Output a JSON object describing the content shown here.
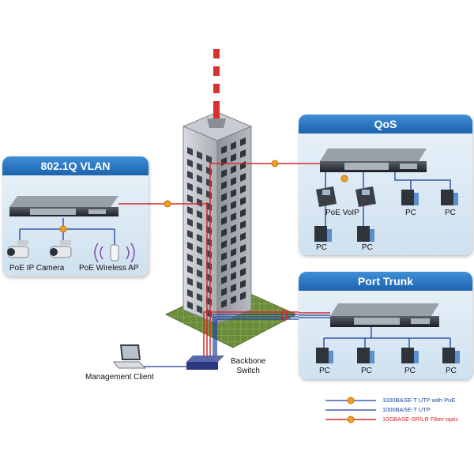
{
  "panels": {
    "vlan": {
      "title": "802.1Q VLAN"
    },
    "qos": {
      "title": "QoS"
    },
    "trunk": {
      "title": "Port Trunk"
    }
  },
  "labels": {
    "poe_ip_camera": "PoE IP Camera",
    "poe_wireless_ap": "PoE Wireless AP",
    "poe_voip": "PoE VoIP",
    "pc": "PC",
    "management_client": "Management Client",
    "backbone_switch": "Backbone\nSwitch"
  },
  "legend": {
    "utp_poe": "1000BASE-T UTP with PoE",
    "utp": "1000BASE-T UTP",
    "fiber": "10GBASE-SR/LR Fiber-optic"
  },
  "colors": {
    "panel_header": "#1d63ae",
    "utp_line": "#1a3fa0",
    "fiber_line": "#d42a2a",
    "poe_dot": "#f0a020",
    "legend_blue_text": "#1a4aa0",
    "legend_red_text": "#d42a2a"
  }
}
